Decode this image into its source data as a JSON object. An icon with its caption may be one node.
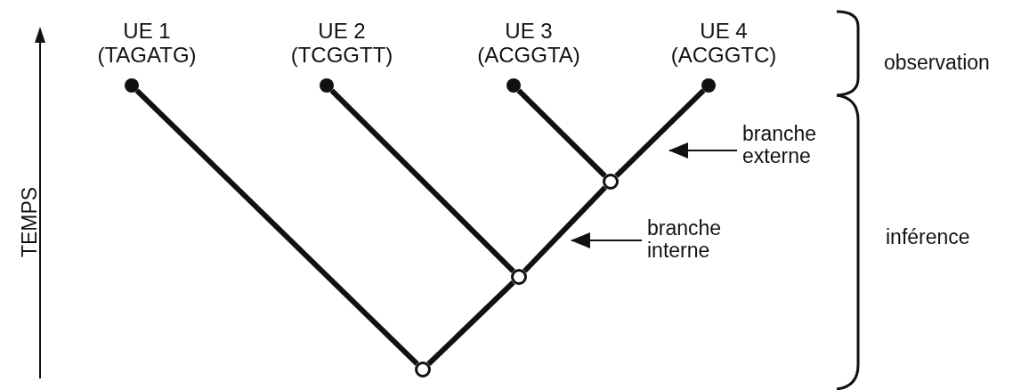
{
  "diagram": {
    "nodes": [
      {
        "text": [],
        "shape": "circle",
        "beside": [
          "UE 1",
          "(TAGATG)"
        ]
      },
      {
        "text": [],
        "shape": "circle",
        "beside": [
          "UE 2",
          "(TCGGTT)"
        ]
      },
      {
        "text": [],
        "shape": "circle",
        "beside": [
          "UE 3",
          "(ACGGTA)"
        ]
      },
      {
        "text": [],
        "shape": "circle",
        "beside": [
          "UE 4",
          "(ACGGTC)"
        ]
      },
      {
        "text": [],
        "shape": "circle"
      },
      {
        "text": [],
        "shape": "circle"
      },
      {
        "text": [],
        "shape": "circle"
      },
      {
        "text": [
          "branche externe"
        ]
      },
      {
        "text": [
          "branche interne"
        ]
      }
    ],
    "edges": [
      {
        "from": 0,
        "to": 6,
        "arrow": "none"
      },
      {
        "from": 1,
        "to": 5,
        "arrow": "none"
      },
      {
        "from": 2,
        "to": 4,
        "arrow": "none"
      },
      {
        "from": 3,
        "to": 4,
        "arrow": "none"
      },
      {
        "from": 4,
        "to": 5,
        "arrow": "none"
      },
      {
        "from": 5,
        "to": 6,
        "arrow": "none"
      },
      {
        "from": 7,
        "to": null,
        "arrow": "to"
      },
      {
        "from": 8,
        "to": null,
        "arrow": "to"
      }
    ],
    "labels": [
      "TEMPS",
      "observation",
      "inférence"
    ]
  }
}
